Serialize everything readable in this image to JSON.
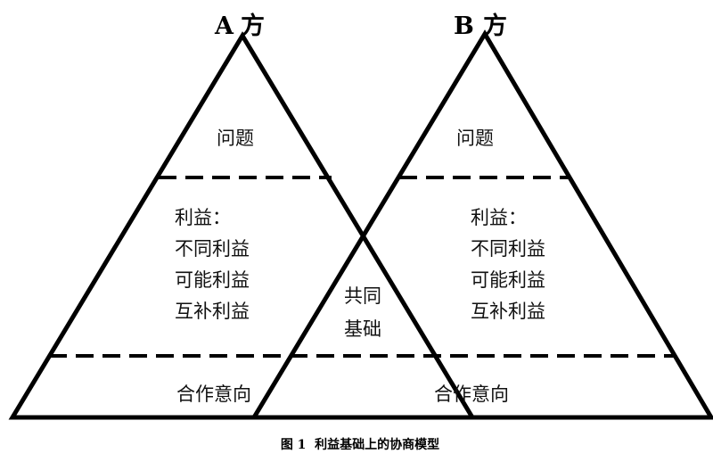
{
  "parties": {
    "a": {
      "letter": "A",
      "char": "方"
    },
    "b": {
      "letter": "B",
      "char": "方"
    }
  },
  "a_triangle": {
    "top": "问题",
    "middle": [
      "利益：",
      "不同利益",
      "可能利益",
      "互补利益"
    ],
    "bottom": "合作意向"
  },
  "b_triangle": {
    "top": "问题",
    "middle": [
      "利益：",
      "不同利益",
      "可能利益",
      "互补利益"
    ],
    "bottom": "合作意向"
  },
  "overlap": [
    "共同",
    "基础"
  ],
  "caption": "图 1  利益基础上的协商模型"
}
